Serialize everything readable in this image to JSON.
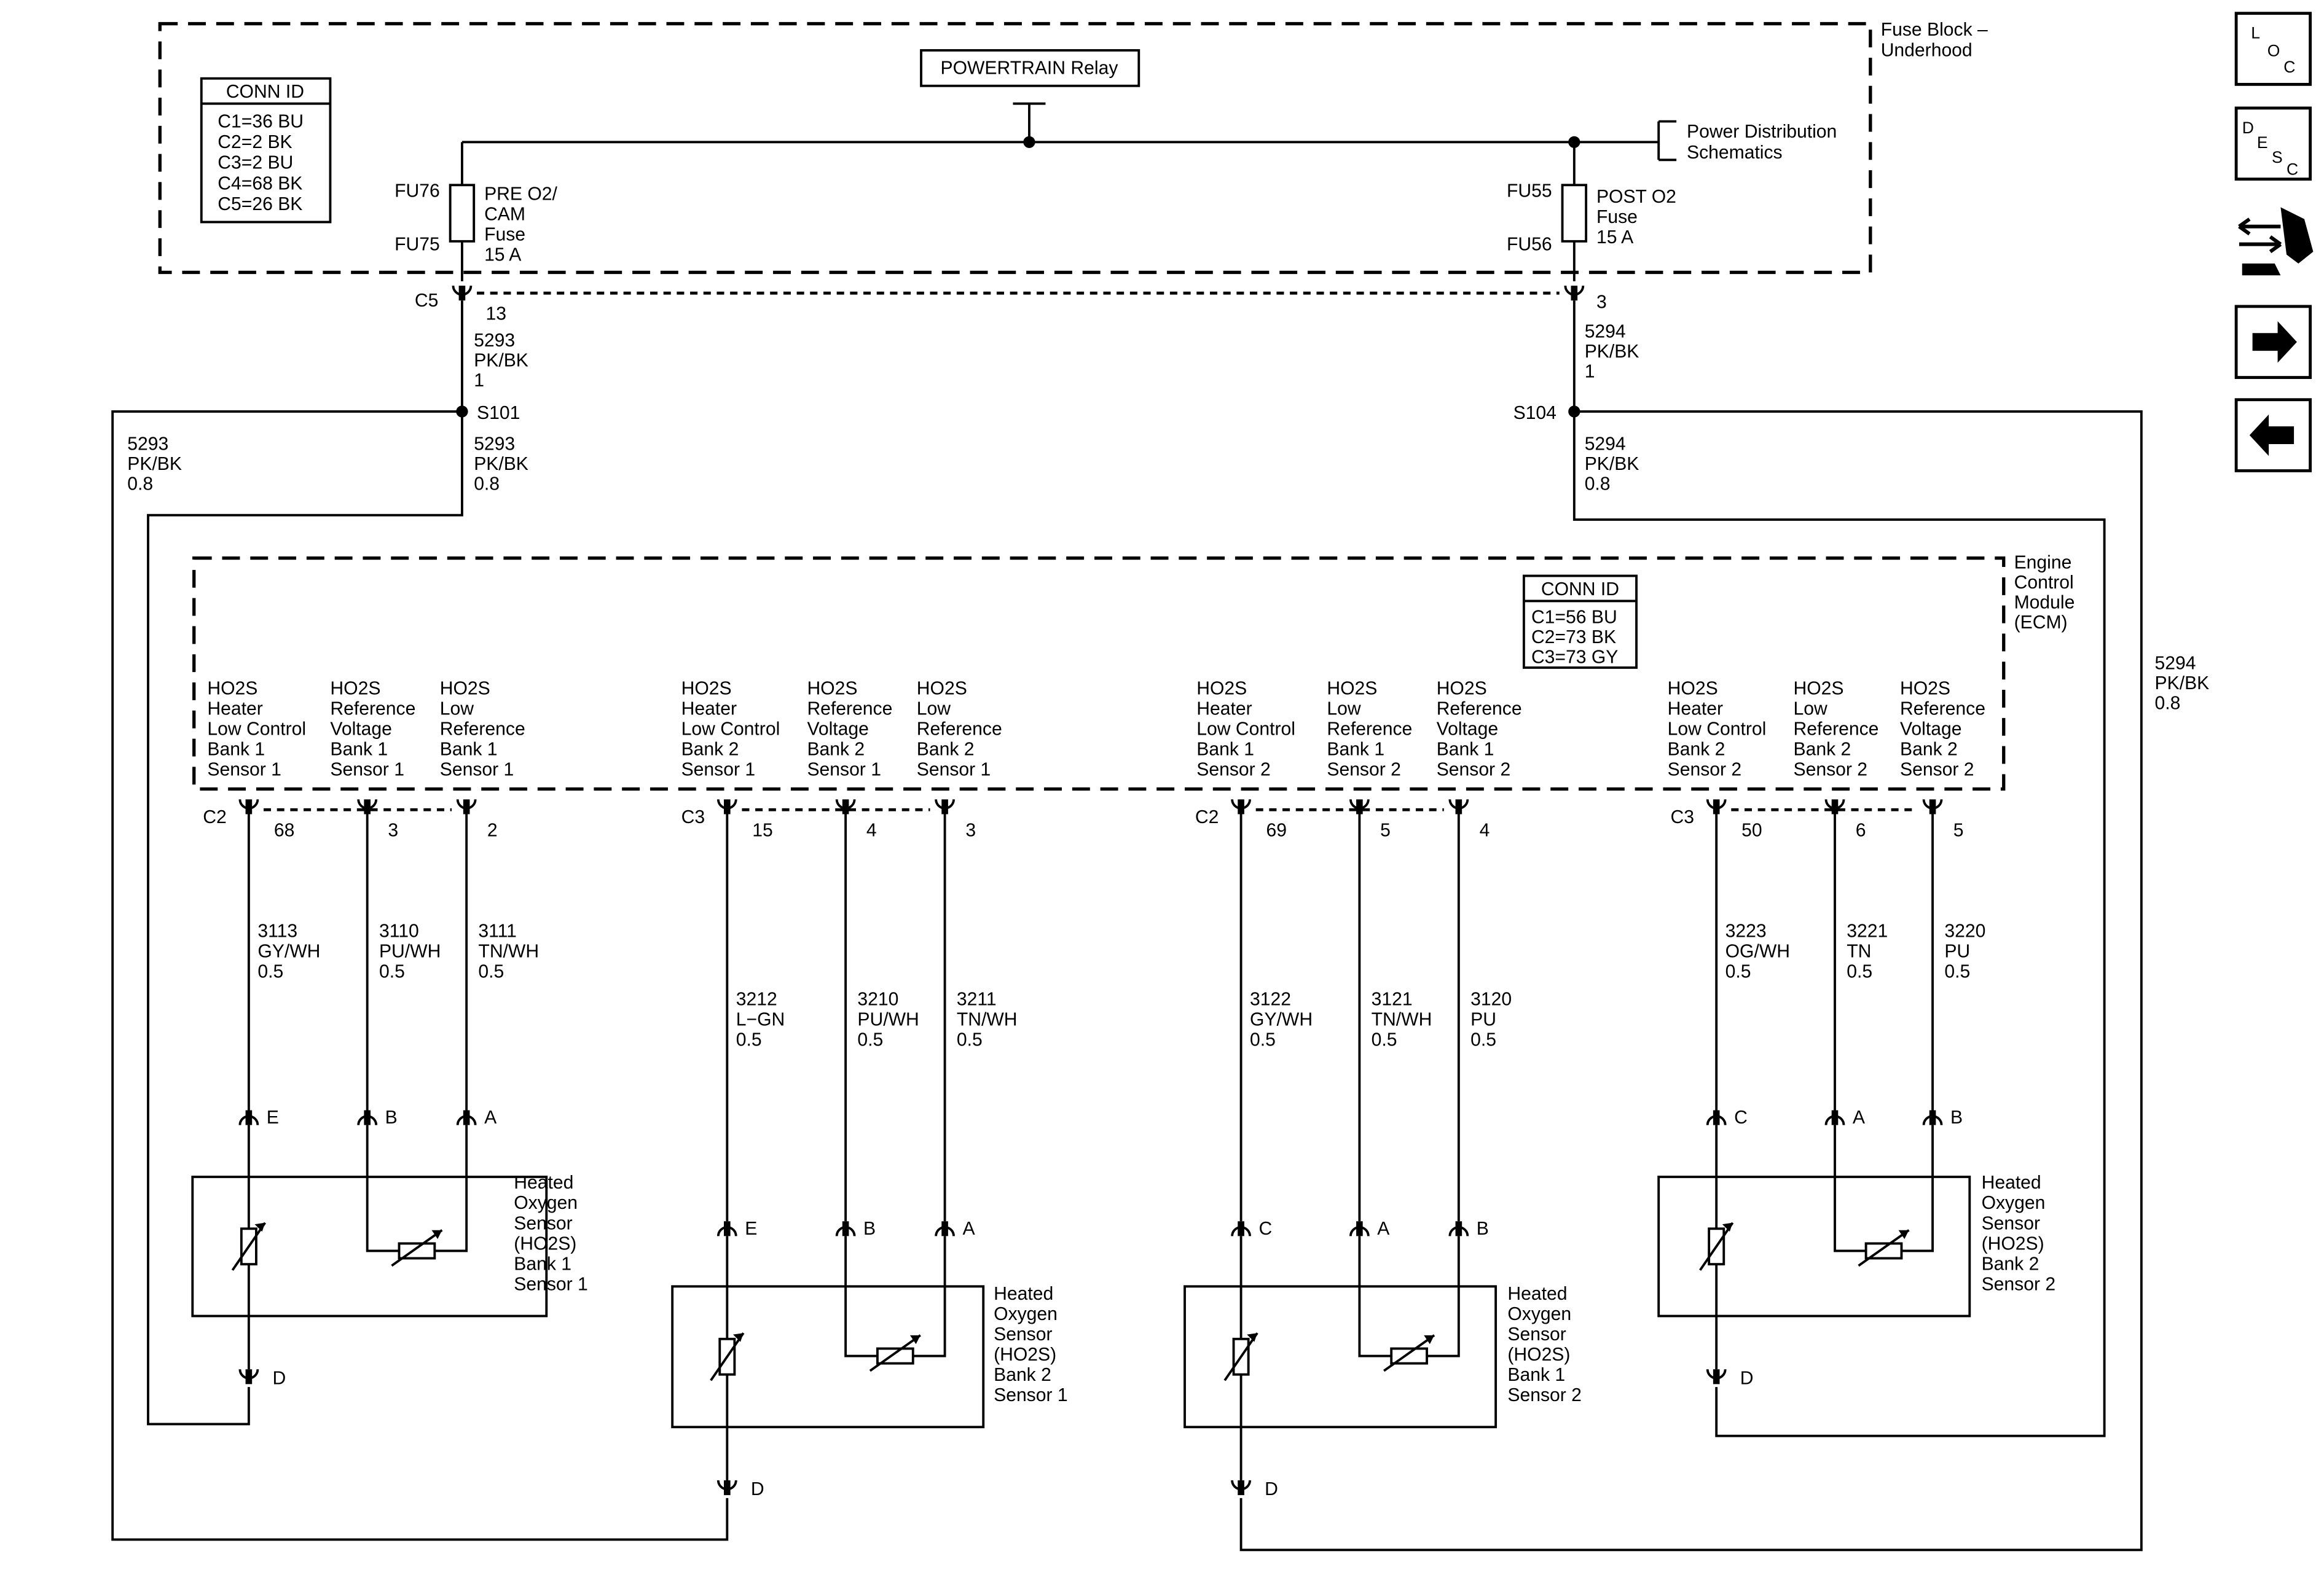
{
  "fuse_block": {
    "title_1": "Fuse Block –",
    "title_2": "Underhood",
    "relay_label": "POWERTRAIN Relay",
    "power_dist_1": "Power Distribution",
    "power_dist_2": "Schematics",
    "conn_id": {
      "title": "CONN ID",
      "rows": [
        "C1=36 BU",
        "C2=2 BK",
        "C3=2 BU",
        "C4=68 BK",
        "C5=26 BK"
      ]
    },
    "fuse_left": {
      "top_id": "FU76",
      "bottom_id": "FU75",
      "lines": [
        "PRE O2/",
        "CAM",
        "Fuse",
        "15 A"
      ]
    },
    "fuse_right": {
      "top_id": "FU55",
      "bottom_id": "FU56",
      "lines": [
        "POST O2",
        "Fuse",
        "15 A"
      ]
    },
    "c5_connector": "C5",
    "pin_left": "13",
    "pin_right": "3"
  },
  "wires": {
    "w5293_top": [
      "5293",
      "PK/BK",
      "1"
    ],
    "w5294_top": [
      "5294",
      "PK/BK",
      "1"
    ],
    "splice_left": "S101",
    "splice_right": "S104",
    "w5293_left": [
      "5293",
      "PK/BK",
      "0.8"
    ],
    "w5293_mid": [
      "5293",
      "PK/BK",
      "0.8"
    ],
    "w5294_mid": [
      "5294",
      "PK/BK",
      "0.8"
    ],
    "w5294_right": [
      "5294",
      "PK/BK",
      "0.8"
    ]
  },
  "ecm": {
    "title": [
      "Engine",
      "Control",
      "Module",
      "(ECM)"
    ],
    "conn_id": {
      "title": "CONN ID",
      "rows": [
        "C1=56 BU",
        "C2=73 BK",
        "C3=73 GY"
      ]
    },
    "groups": [
      {
        "connector": "C2",
        "pins": [
          "68",
          "3",
          "2"
        ]
      },
      {
        "connector": "C3",
        "pins": [
          "15",
          "4",
          "3"
        ]
      },
      {
        "connector": "C2",
        "pins": [
          "69",
          "5",
          "4"
        ]
      },
      {
        "connector": "C3",
        "pins": [
          "50",
          "6",
          "5"
        ]
      }
    ],
    "circuit_labels": [
      [
        "HO2S",
        "Heater",
        "Low Control",
        "Bank 1",
        "Sensor 1"
      ],
      [
        "HO2S",
        "Reference",
        "Voltage",
        "Bank 1",
        "Sensor 1"
      ],
      [
        "HO2S",
        "Low",
        "Reference",
        "Bank 1",
        "Sensor 1"
      ],
      [
        "HO2S",
        "Heater",
        "Low Control",
        "Bank 2",
        "Sensor 1"
      ],
      [
        "HO2S",
        "Reference",
        "Voltage",
        "Bank 2",
        "Sensor 1"
      ],
      [
        "HO2S",
        "Low",
        "Reference",
        "Bank 2",
        "Sensor 1"
      ],
      [
        "HO2S",
        "Heater",
        "Low Control",
        "Bank 1",
        "Sensor 2"
      ],
      [
        "HO2S",
        "Low",
        "Reference",
        "Bank 1",
        "Sensor 2"
      ],
      [
        "HO2S",
        "Reference",
        "Voltage",
        "Bank 1",
        "Sensor 2"
      ],
      [
        "HO2S",
        "Heater",
        "Low Control",
        "Bank 2",
        "Sensor 2"
      ],
      [
        "HO2S",
        "Low",
        "Reference",
        "Bank 2",
        "Sensor 2"
      ],
      [
        "HO2S",
        "Reference",
        "Voltage",
        "Bank 2",
        "Sensor 2"
      ]
    ]
  },
  "signal_wires": [
    [
      "3113",
      "GY/WH",
      "0.5"
    ],
    [
      "3110",
      "PU/WH",
      "0.5"
    ],
    [
      "3111",
      "TN/WH",
      "0.5"
    ],
    [
      "3212",
      "L−GN",
      "0.5"
    ],
    [
      "3210",
      "PU/WH",
      "0.5"
    ],
    [
      "3211",
      "TN/WH",
      "0.5"
    ],
    [
      "3122",
      "GY/WH",
      "0.5"
    ],
    [
      "3121",
      "TN/WH",
      "0.5"
    ],
    [
      "3120",
      "PU",
      "0.5"
    ],
    [
      "3223",
      "OG/WH",
      "0.5"
    ],
    [
      "3221",
      "TN",
      "0.5"
    ],
    [
      "3220",
      "PU",
      "0.5"
    ]
  ],
  "sensors": [
    {
      "pins": [
        "E",
        "B",
        "A"
      ],
      "ground_pin": "D",
      "label": [
        "Heated",
        "Oxygen",
        "Sensor",
        "(HO2S)",
        "Bank 1",
        "Sensor 1"
      ]
    },
    {
      "pins": [
        "E",
        "B",
        "A"
      ],
      "ground_pin": "D",
      "label": [
        "Heated",
        "Oxygen",
        "Sensor",
        "(HO2S)",
        "Bank 2",
        "Sensor 1"
      ]
    },
    {
      "pins": [
        "C",
        "A",
        "B"
      ],
      "ground_pin": "D",
      "label": [
        "Heated",
        "Oxygen",
        "Sensor",
        "(HO2S)",
        "Bank 1",
        "Sensor 2"
      ]
    },
    {
      "pins": [
        "C",
        "A",
        "B"
      ],
      "ground_pin": "D",
      "label": [
        "Heated",
        "Oxygen",
        "Sensor",
        "(HO2S)",
        "Bank 2",
        "Sensor 2"
      ]
    }
  ],
  "nav": {
    "loc": [
      "L",
      "O",
      "C"
    ],
    "desc": [
      "D",
      "E",
      "S",
      "C"
    ],
    "icons": [
      "connector-tool-icon",
      "arrow-right-icon",
      "arrow-left-icon"
    ]
  }
}
